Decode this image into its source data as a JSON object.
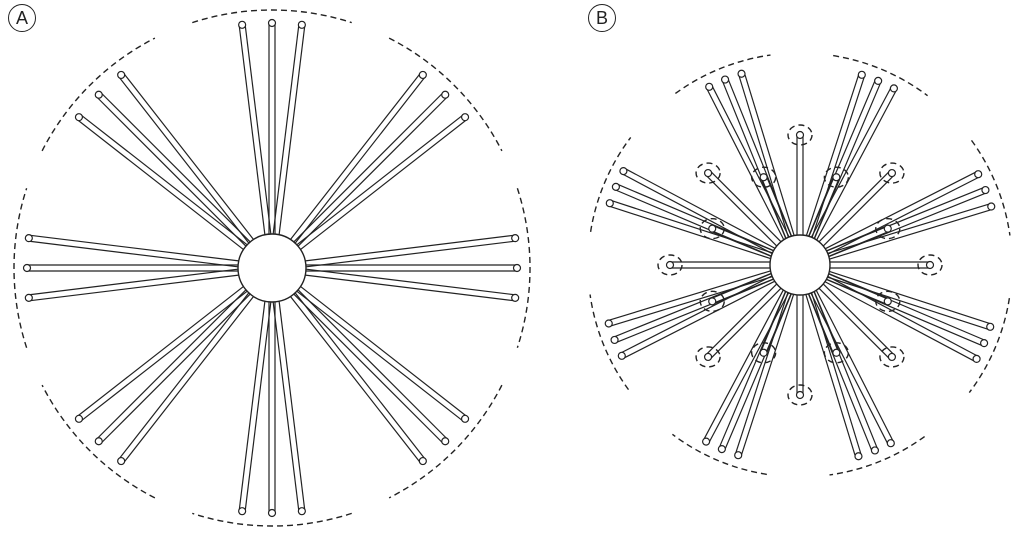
{
  "panels": [
    {
      "label": "A",
      "style": "cluster"
    },
    {
      "label": "B",
      "style": "mixed"
    }
  ],
  "colors": {
    "ink": "#222222",
    "background": "#ffffff"
  }
}
